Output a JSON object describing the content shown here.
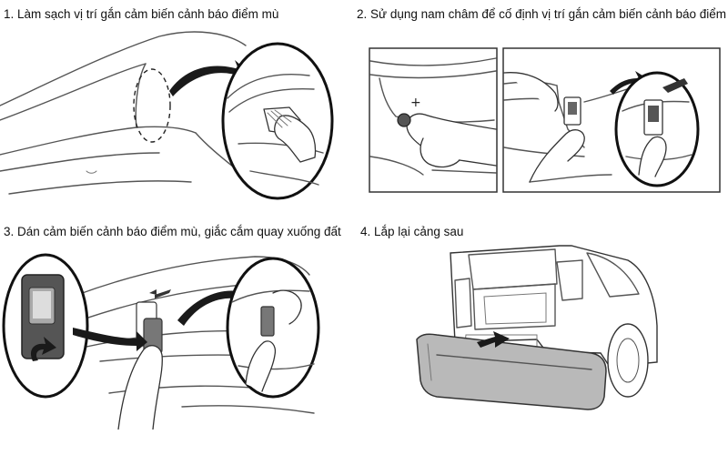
{
  "steps": [
    {
      "number": "1.",
      "text": "Làm sạch vị trí gắn cảm biến cảnh báo điểm mù"
    },
    {
      "number": "2.",
      "text": "Sử dụng nam châm để cố định vị trí gắn cảm biến cảnh báo điểm mù"
    },
    {
      "number": "3.",
      "text": "Dán cảm biến cảnh báo điểm mù, giắc cắm quay xuống đất"
    },
    {
      "number": "4.",
      "text": "Lắp lại cảng sau"
    }
  ],
  "colors": {
    "bumper_fill": "#b9b9b9",
    "line": "#555555",
    "arrow": "#1a1a1a",
    "sensor_dark": "#555555"
  },
  "icons": [
    "magnifier-circle",
    "curved-arrow",
    "magnet",
    "sensor",
    "hand",
    "car-rear"
  ]
}
